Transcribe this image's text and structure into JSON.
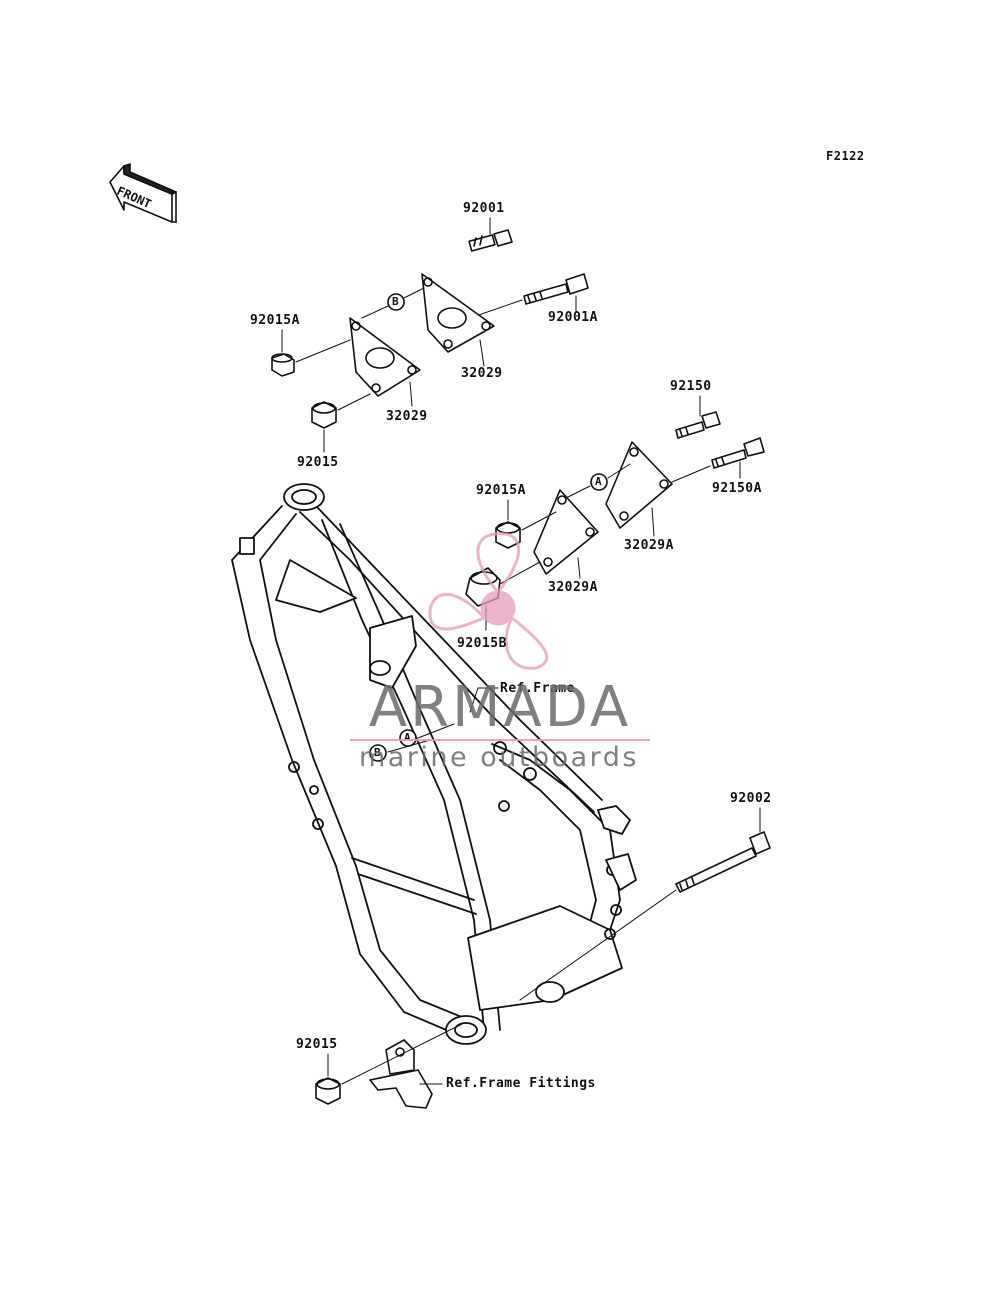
{
  "figure_code": "F2122",
  "front_arrow": "FRONT",
  "parts": {
    "p92001": "92001",
    "p92001A": "92001A",
    "p92015A_top": "92015A",
    "p32029_right": "32029",
    "p32029_left": "32029",
    "p92015_top": "92015",
    "p92150": "92150",
    "p92150A": "92150A",
    "p92015A_mid": "92015A",
    "p32029A_right": "32029A",
    "p32029A_left": "32029A",
    "p92015B": "92015B",
    "p92002": "92002",
    "p92015_bottom": "92015"
  },
  "references": {
    "ref_frame": "Ref.Frame",
    "ref_frame_fittings": "Ref.Frame Fittings"
  },
  "callouts": {
    "a": "A",
    "b": "B"
  },
  "watermark": {
    "title": "ARMADA",
    "subtitle": "marine outboards",
    "logo_color": "#e39bb9"
  }
}
